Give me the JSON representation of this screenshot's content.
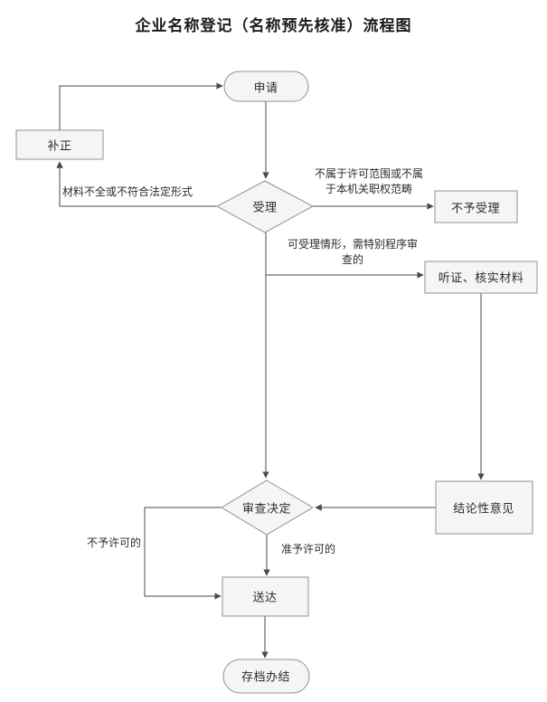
{
  "title": "企业名称登记（名称预先核准）流程图",
  "nodes": {
    "apply": {
      "label": "申请"
    },
    "correction": {
      "label": "补正"
    },
    "acceptance": {
      "label": "受理"
    },
    "not_accepted": {
      "label": "不予受理"
    },
    "hearing": {
      "label": "听证、核实材料"
    },
    "conclusion": {
      "label": "结论性意见"
    },
    "decision": {
      "label": "审查决定"
    },
    "delivery": {
      "label": "送达"
    },
    "archive": {
      "label": "存档办结"
    }
  },
  "edge_labels": {
    "incomplete_materials": "材料不全或不符合法定形式",
    "out_of_scope": "不属于许可范围或不属于本机关职权范畴",
    "special_procedure": "可受理情形，需特别程序审查的",
    "not_permitted": "不予许可的",
    "permitted": "准予许可的"
  },
  "colors": {
    "node_fill": "#f5f5f5",
    "node_border": "#919191",
    "edge_line": "#4a4a4a",
    "text": "#2b2b2b"
  }
}
